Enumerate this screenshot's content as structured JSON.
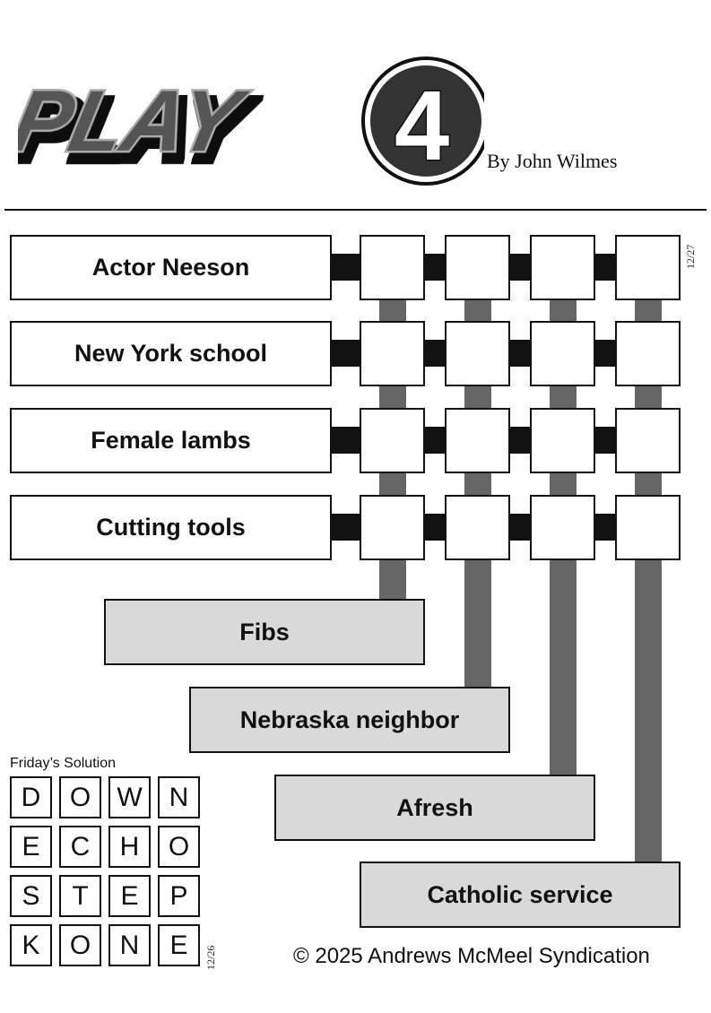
{
  "header": {
    "logo_text": "PLAY",
    "logo_number": "4",
    "byline": "By John Wilmes"
  },
  "puzzle": {
    "date": "12/27",
    "row_clues": [
      "Actor Neeson",
      "New York school",
      "Female lambs",
      "Cutting tools"
    ],
    "column_clues": [
      "Fibs",
      "Nebraska neighbor",
      "Afresh",
      "Catholic service"
    ]
  },
  "solution": {
    "title": "Friday’s Solution",
    "date": "12/26",
    "grid": [
      [
        "D",
        "O",
        "W",
        "N"
      ],
      [
        "E",
        "C",
        "H",
        "O"
      ],
      [
        "S",
        "T",
        "E",
        "P"
      ],
      [
        "K",
        "O",
        "N",
        "E"
      ]
    ]
  },
  "footer": {
    "copyright": "© 2025 Andrews McMeel Syndication"
  }
}
